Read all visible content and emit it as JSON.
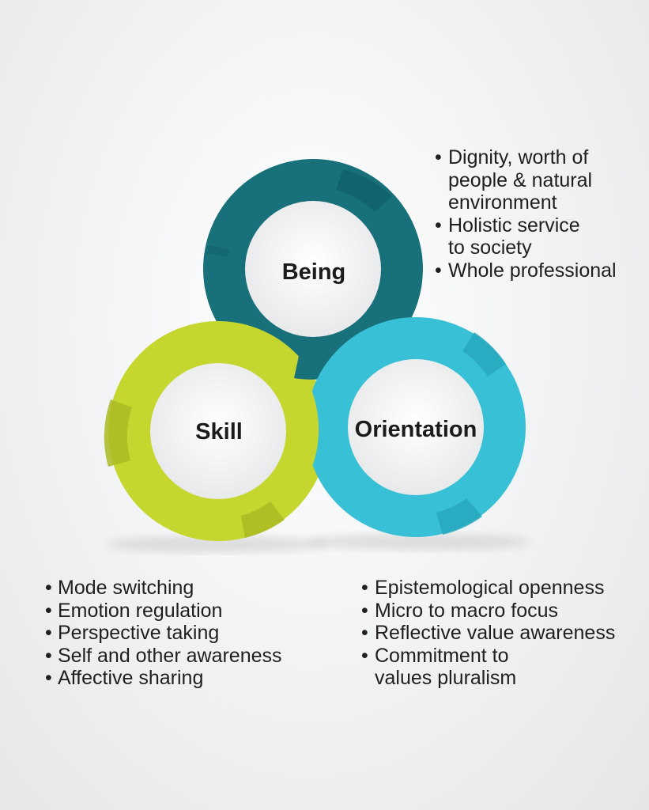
{
  "rings": {
    "being": {
      "label": "Being",
      "color": "#17707a",
      "shade": "#0f5f68"
    },
    "skill": {
      "label": "Skill",
      "color": "#c5d62f",
      "shade": "#a9ba22"
    },
    "orientation": {
      "label": "Orientation",
      "color": "#37c0d6",
      "shade": "#27a8bd"
    }
  },
  "lists": {
    "being": [
      "Dignity, worth of\npeople & natural\nenvironment",
      "Holistic service\nto society",
      "Whole professional"
    ],
    "skill": [
      "Mode switching",
      "Emotion regulation",
      "Perspective taking",
      "Self and other awareness",
      "Affective sharing"
    ],
    "orientation": [
      "Epistemological openness",
      "Micro to macro focus",
      "Reflective value awareness",
      "Commitment to\nvalues pluralism"
    ]
  },
  "colors": {
    "text": "#1f1f1f",
    "center_fill": "#f7f7f8"
  }
}
